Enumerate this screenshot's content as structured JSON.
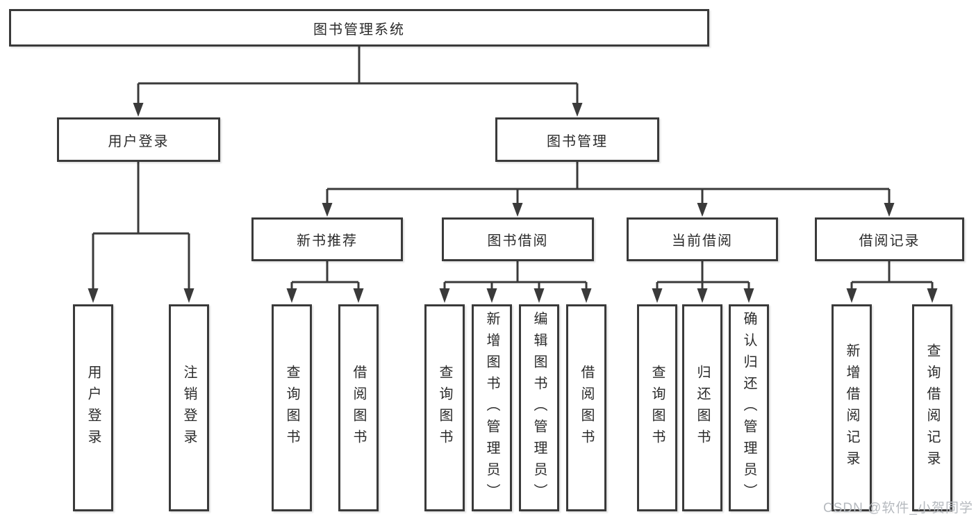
{
  "tree": {
    "label": "图书管理系统",
    "children": [
      {
        "label": "用户登录",
        "children": [
          {
            "label": "用户登录"
          },
          {
            "label": "注销登录"
          }
        ]
      },
      {
        "label": "图书管理",
        "children": [
          {
            "label": "新书推荐",
            "children": [
              {
                "label": "查询图书"
              },
              {
                "label": "借阅图书"
              }
            ]
          },
          {
            "label": "图书借阅",
            "children": [
              {
                "label": "查询图书"
              },
              {
                "label": "新增图书（管理员）"
              },
              {
                "label": "编辑图书（管理员）"
              },
              {
                "label": "借阅图书"
              }
            ]
          },
          {
            "label": "当前借阅",
            "children": [
              {
                "label": "查询图书"
              },
              {
                "label": "归还图书"
              },
              {
                "label": "确认归还（管理员）"
              }
            ]
          },
          {
            "label": "借阅记录",
            "children": [
              {
                "label": "新增借阅记录"
              },
              {
                "label": "查询借阅记录"
              }
            ]
          }
        ]
      }
    ]
  },
  "watermark": {
    "text": "CSDN @软件_小贺同学"
  },
  "colors": {
    "line": "#3a3a3a",
    "text": "#2b2b2b",
    "watermark": "#b6babf",
    "background": "#ffffff"
  }
}
